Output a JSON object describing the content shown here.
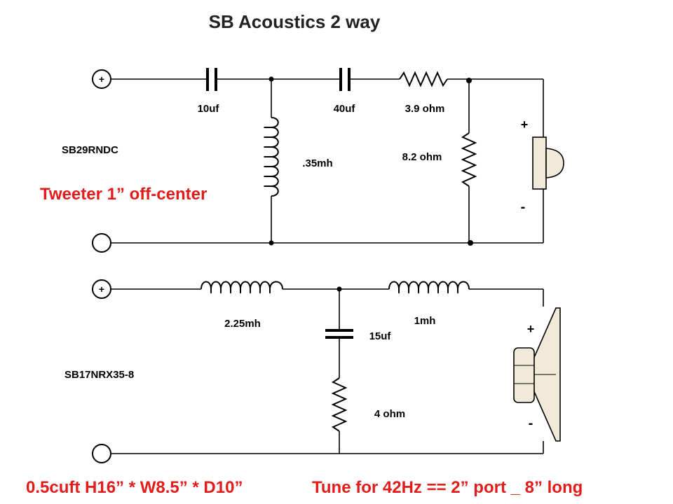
{
  "title": "SB Acoustics 2 way",
  "tweeter": {
    "model": "SB29RNDC",
    "note": "Tweeter 1” off-center",
    "c1": "10uf",
    "c2": "40uf",
    "r_series": "3.9 ohm",
    "r_shunt": "8.2 ohm",
    "l_shunt": ".35mh",
    "plus": "+",
    "minus": "-",
    "terminal_plus": "+"
  },
  "woofer": {
    "model": "SB17NRX35-8",
    "l1": "2.25mh",
    "l2": "1mh",
    "c": "15uf",
    "r": "4 ohm",
    "plus": "+",
    "minus": "-",
    "terminal_plus": "+"
  },
  "footer": {
    "box": "0.5cuft H16” * W8.5” * D10”",
    "tune": "Tune for 42Hz == 2” port _ 8” long"
  }
}
